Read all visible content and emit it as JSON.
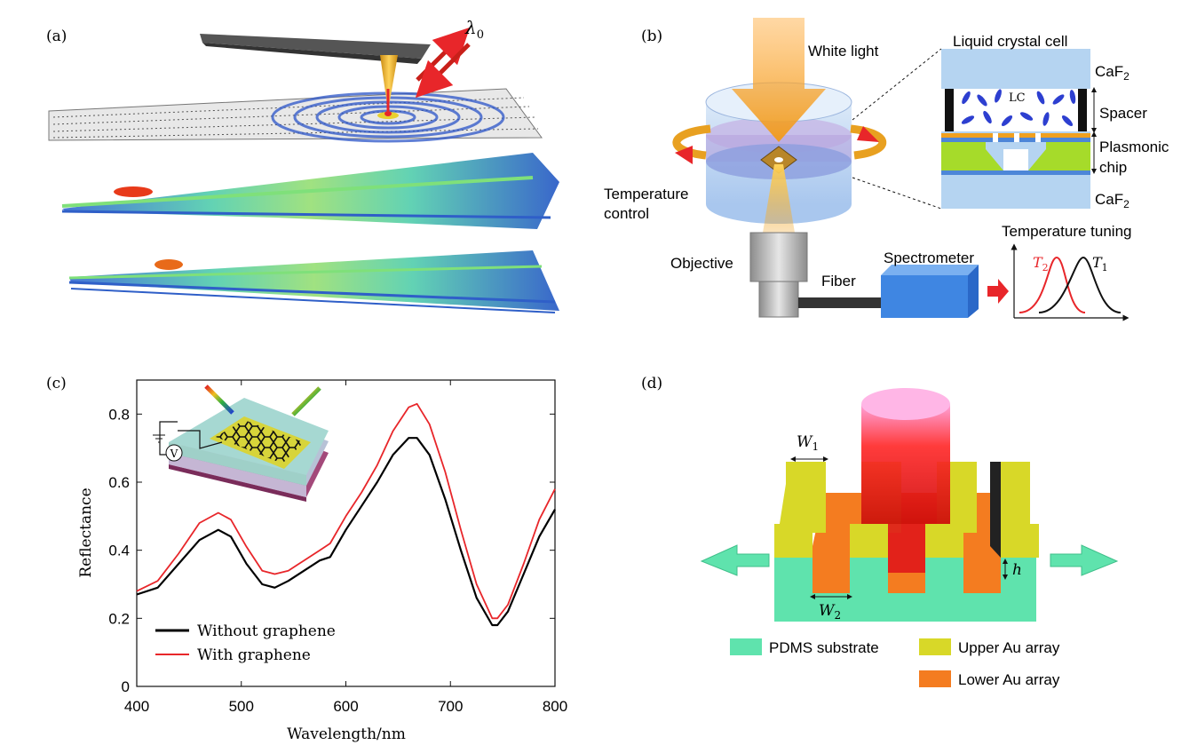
{
  "panels": {
    "a": {
      "label": "(a)",
      "wavelength": "λ",
      "wavelength_sub": "0"
    },
    "b": {
      "label": "(b)",
      "white_light": "White light",
      "lc_cell_title": "Liquid crystal cell",
      "caf2_top": "CaF",
      "caf2_sub": "2",
      "lc": "LC",
      "spacer": "Spacer",
      "plasmonic": "Plasmonic",
      "chip": "chip",
      "caf2_bottom": "CaF",
      "temp_control_1": "Temperature",
      "temp_control_2": "control",
      "objective": "Objective",
      "fiber": "Fiber",
      "spectrometer": "Spectrometer",
      "temp_tuning": "Temperature tuning",
      "t2": "T",
      "t2_sub": "2",
      "t1": "T",
      "t1_sub": "1"
    },
    "c": {
      "label": "(c)",
      "inset_v": "V"
    },
    "d": {
      "label": "(d)",
      "w1": "W",
      "w1_sub": "1",
      "w2": "W",
      "w2_sub": "2",
      "h": "h",
      "legend": [
        {
          "label": "PDMS substrate",
          "color": "#5fe3ad"
        },
        {
          "label": "Upper Au array",
          "color": "#d8d828"
        },
        {
          "label": "Lower Au array",
          "color": "#f47c20"
        }
      ]
    }
  },
  "chart_data": {
    "type": "line",
    "xlabel": "Wavelength/nm",
    "ylabel": "Reflectance",
    "xlim": [
      400,
      800
    ],
    "ylim": [
      0,
      0.9
    ],
    "xticks": [
      "400",
      "500",
      "600",
      "700",
      "800"
    ],
    "yticks": [
      "0",
      "0.2",
      "0.4",
      "0.6",
      "0.8"
    ],
    "legend_position": "bottom-left",
    "series": [
      {
        "name": "Without graphene",
        "color": "#000000",
        "x": [
          400,
          420,
          440,
          460,
          478,
          490,
          505,
          520,
          532,
          545,
          560,
          575,
          585,
          600,
          615,
          630,
          645,
          660,
          668,
          680,
          695,
          710,
          725,
          740,
          745,
          755,
          770,
          785,
          800
        ],
        "y": [
          0.27,
          0.29,
          0.36,
          0.43,
          0.46,
          0.44,
          0.36,
          0.3,
          0.29,
          0.31,
          0.34,
          0.37,
          0.38,
          0.46,
          0.53,
          0.6,
          0.68,
          0.73,
          0.73,
          0.68,
          0.55,
          0.4,
          0.26,
          0.18,
          0.18,
          0.22,
          0.33,
          0.44,
          0.52
        ]
      },
      {
        "name": "With graphene",
        "color": "#e8262a",
        "x": [
          400,
          420,
          440,
          460,
          478,
          490,
          505,
          520,
          532,
          545,
          560,
          575,
          585,
          600,
          615,
          630,
          645,
          660,
          668,
          680,
          695,
          710,
          725,
          740,
          745,
          755,
          770,
          785,
          800
        ],
        "y": [
          0.28,
          0.31,
          0.39,
          0.48,
          0.51,
          0.49,
          0.41,
          0.34,
          0.33,
          0.34,
          0.37,
          0.4,
          0.42,
          0.5,
          0.57,
          0.65,
          0.75,
          0.82,
          0.83,
          0.77,
          0.63,
          0.46,
          0.3,
          0.2,
          0.2,
          0.24,
          0.36,
          0.49,
          0.58
        ]
      }
    ]
  }
}
